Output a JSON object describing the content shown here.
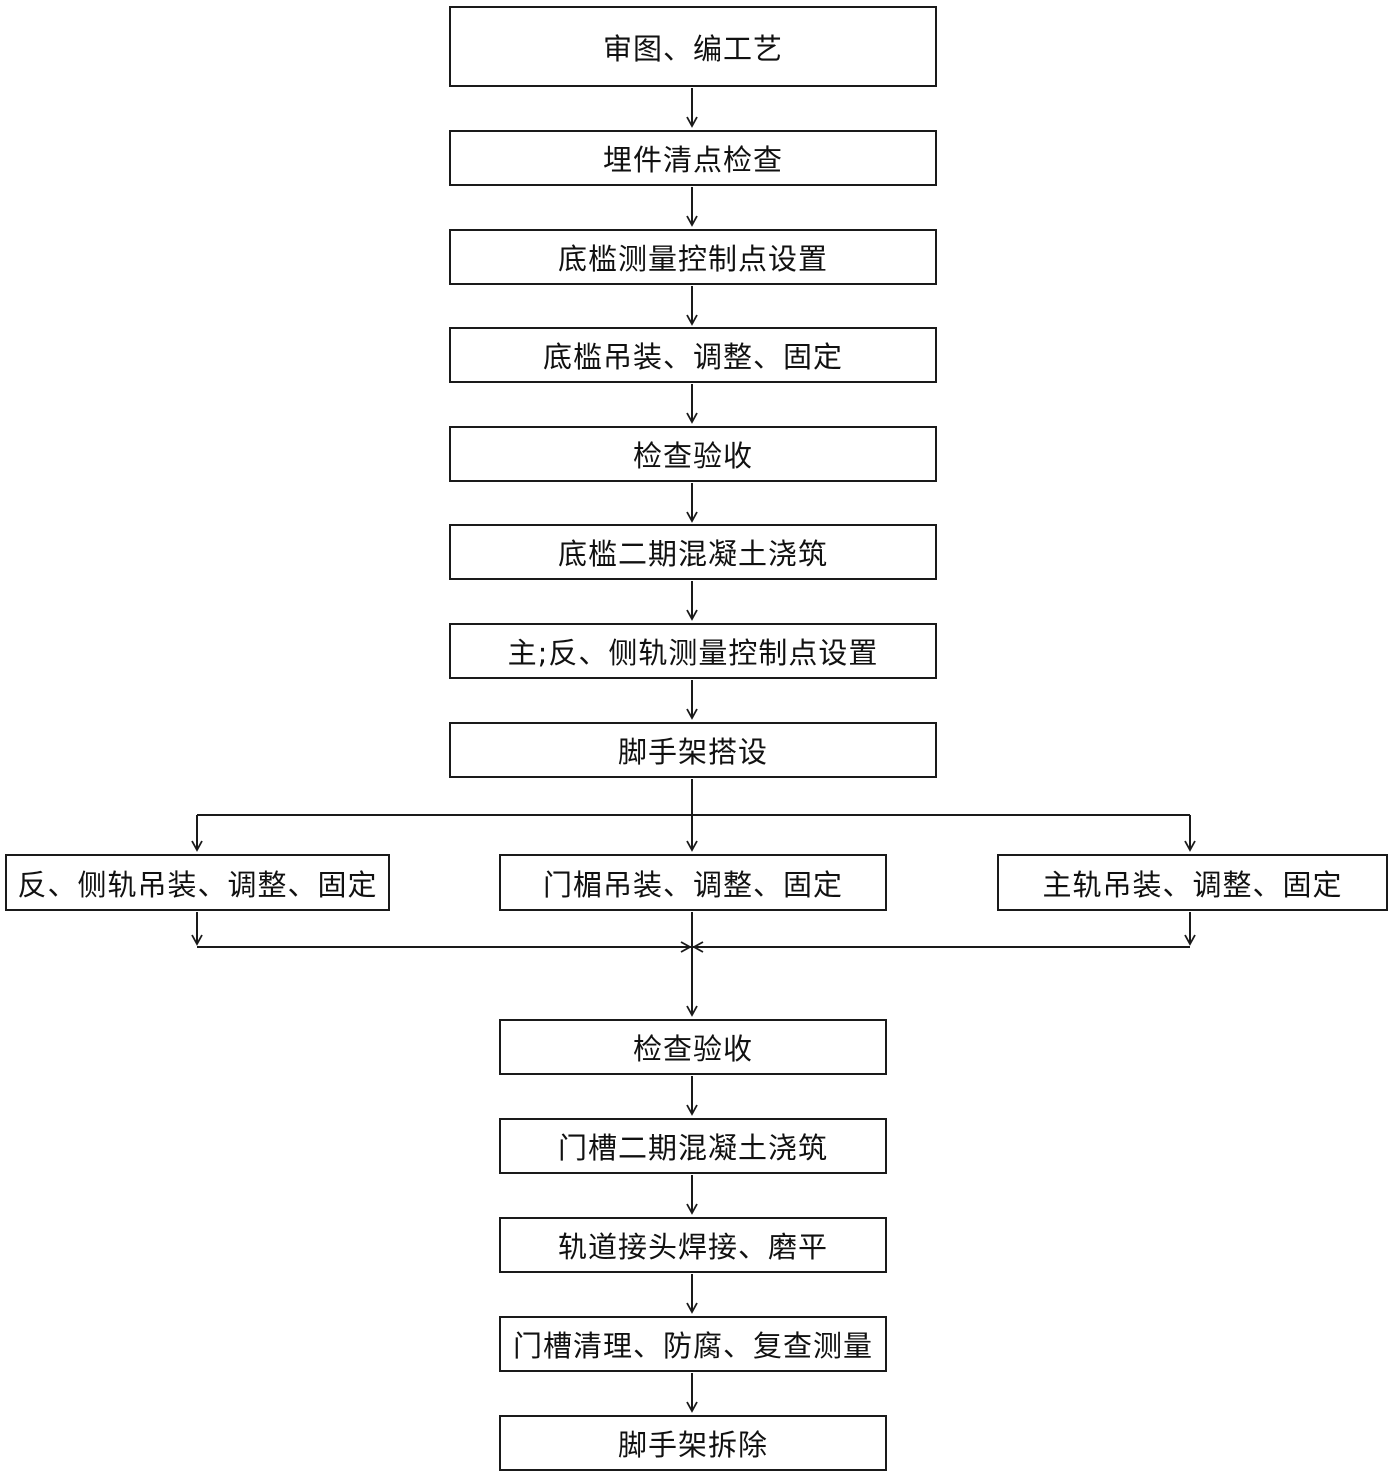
{
  "flowchart": {
    "steps": [
      "审图、编工艺",
      "埋件清点检查",
      "底槛测量控制点设置",
      "底槛吊装、调整、固定",
      "检查验收",
      "底槛二期混凝土浇筑",
      "主;反、侧轨测量控制点设置",
      "脚手架搭设"
    ],
    "branches": [
      "反、侧轨吊装、调整、固定",
      "门楣吊装、调整、固定",
      "主轨吊装、调整、固定"
    ],
    "after": [
      "检查验收",
      "门槽二期混凝土浇筑",
      "轨道接头焊接、磨平",
      "门槽清理、防腐、复查测量",
      "脚手架拆除"
    ]
  }
}
